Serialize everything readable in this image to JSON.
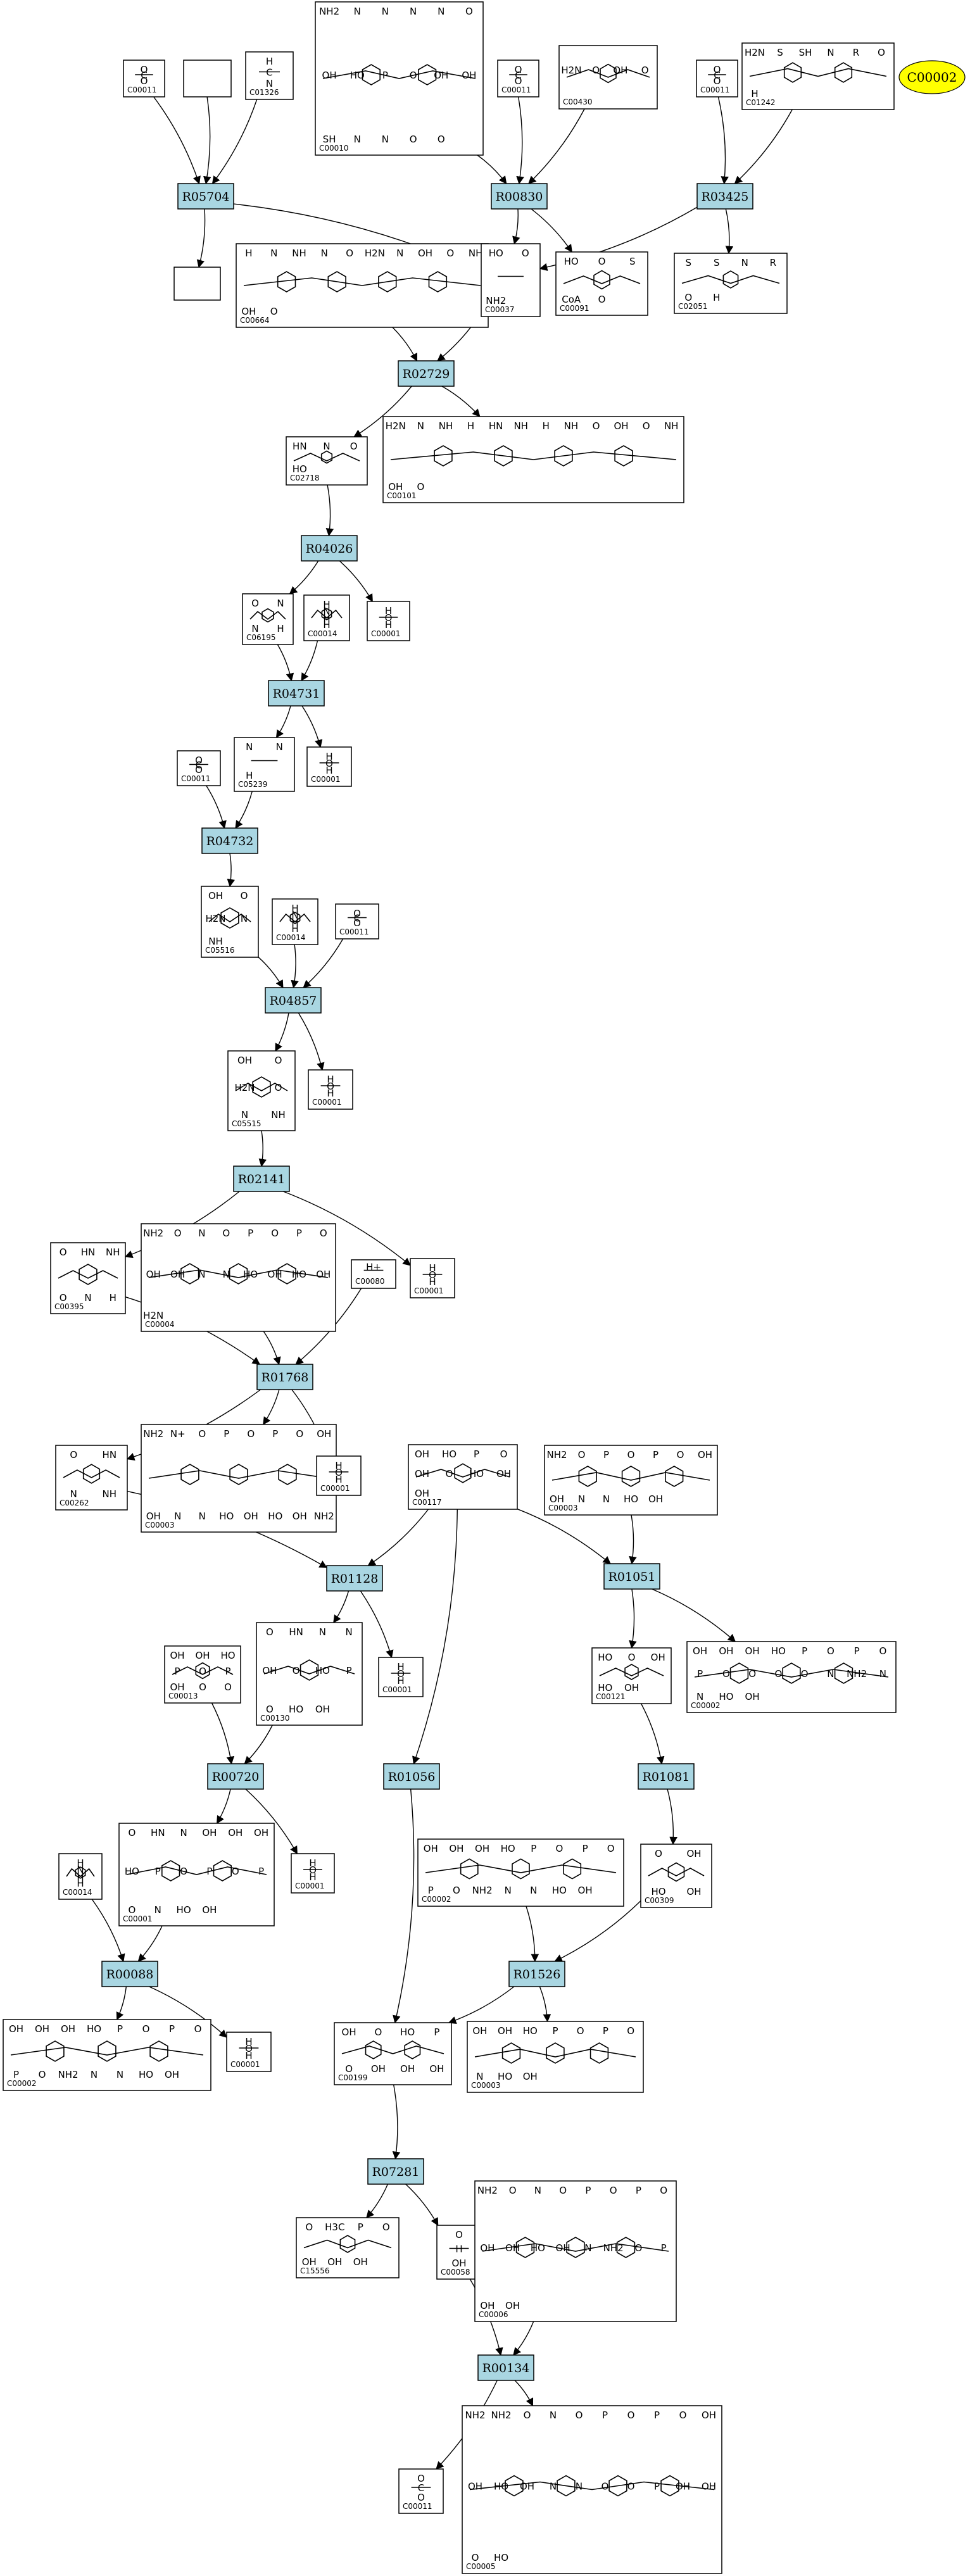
{
  "highlight": {
    "label": "C00002",
    "color": "#ffff00"
  },
  "colors": {
    "reaction_fill": "#a9d6e2",
    "compound_fill": "#ffffff",
    "edge": "#000000"
  },
  "reactions": [
    {
      "id": "R05704"
    },
    {
      "id": "R00830"
    },
    {
      "id": "R03425"
    },
    {
      "id": "R02729"
    },
    {
      "id": "R04026"
    },
    {
      "id": "R04731"
    },
    {
      "id": "R04732"
    },
    {
      "id": "R04857"
    },
    {
      "id": "R02141"
    },
    {
      "id": "R01768"
    },
    {
      "id": "R01128"
    },
    {
      "id": "R01051"
    },
    {
      "id": "R00720"
    },
    {
      "id": "R01056"
    },
    {
      "id": "R01081"
    },
    {
      "id": "R00088"
    },
    {
      "id": "R01526"
    },
    {
      "id": "R07281"
    },
    {
      "id": "R00134"
    }
  ],
  "compounds": [
    {
      "key": "a1",
      "id": "C00011",
      "atoms": [
        "O",
        "C",
        "O"
      ]
    },
    {
      "key": "a2",
      "id": "",
      "atoms": []
    },
    {
      "key": "a3",
      "id": "C01326",
      "atoms": [
        "H",
        "C",
        "N"
      ]
    },
    {
      "key": "a4",
      "id": "C00010",
      "atoms": [
        "NH2",
        "N",
        "N",
        "N",
        "N",
        "O",
        "OH",
        "HO",
        "P",
        "O",
        "OH",
        "OH",
        "SH",
        "N",
        "N",
        "O",
        "O"
      ]
    },
    {
      "key": "a5",
      "id": "C00011",
      "atoms": [
        "O",
        "C",
        "O"
      ]
    },
    {
      "key": "a6",
      "id": "C00430",
      "atoms": [
        "H2N",
        "O",
        "OH",
        "O"
      ]
    },
    {
      "key": "a7",
      "id": "C00011",
      "atoms": [
        "O",
        "C",
        "O"
      ]
    },
    {
      "key": "a8",
      "id": "C01242",
      "atoms": [
        "H2N",
        "S",
        "SH",
        "N",
        "R",
        "O",
        "H"
      ]
    },
    {
      "key": "b1",
      "id": "",
      "atoms": []
    },
    {
      "key": "b2",
      "id": "C00664",
      "atoms": [
        "H",
        "N",
        "NH",
        "N",
        "O",
        "H2N",
        "N",
        "OH",
        "O",
        "NH",
        "OH",
        "O"
      ]
    },
    {
      "key": "b3",
      "id": "C00037",
      "atoms": [
        "HO",
        "O",
        "NH2"
      ]
    },
    {
      "key": "b4",
      "id": "C00091",
      "atoms": [
        "HO",
        "O",
        "S",
        "CoA",
        "O"
      ]
    },
    {
      "key": "b5",
      "id": "C02051",
      "atoms": [
        "S",
        "S",
        "N",
        "R",
        "O",
        "H"
      ]
    },
    {
      "key": "c1",
      "id": "C02718",
      "atoms": [
        "HN",
        "N",
        "O",
        "HO"
      ]
    },
    {
      "key": "c2",
      "id": "C00101",
      "atoms": [
        "H2N",
        "N",
        "NH",
        "H",
        "HN",
        "NH",
        "H",
        "NH",
        "O",
        "OH",
        "O",
        "NH",
        "OH",
        "O"
      ]
    },
    {
      "key": "d1",
      "id": "C06195",
      "atoms": [
        "O",
        "N",
        "N",
        "H"
      ]
    },
    {
      "key": "d2",
      "id": "C00014",
      "atoms": [
        "H",
        "N",
        "H",
        "H"
      ]
    },
    {
      "key": "d3",
      "id": "C00001",
      "atoms": [
        "H",
        "O",
        "H"
      ]
    },
    {
      "key": "e1",
      "id": "C00011",
      "atoms": [
        "O",
        "C",
        "O"
      ]
    },
    {
      "key": "e2",
      "id": "C05239",
      "atoms": [
        "N",
        "N",
        "H"
      ]
    },
    {
      "key": "e3",
      "id": "C00001",
      "atoms": [
        "H",
        "O",
        "H"
      ]
    },
    {
      "key": "f1",
      "id": "C05516",
      "atoms": [
        "OH",
        "O",
        "H2N",
        "N",
        "NH"
      ]
    },
    {
      "key": "f2",
      "id": "C00014",
      "atoms": [
        "H",
        "N",
        "H",
        "H"
      ]
    },
    {
      "key": "f3",
      "id": "C00011",
      "atoms": [
        "O",
        "C",
        "O"
      ]
    },
    {
      "key": "g1",
      "id": "C05515",
      "atoms": [
        "OH",
        "O",
        "H2N",
        "O",
        "N",
        "NH"
      ]
    },
    {
      "key": "g2",
      "id": "C00001",
      "atoms": [
        "H",
        "O",
        "H"
      ]
    },
    {
      "key": "h1",
      "id": "C00395",
      "atoms": [
        "O",
        "HN",
        "NH",
        "O",
        "N",
        "H"
      ]
    },
    {
      "key": "h2",
      "id": "C00004",
      "atoms": [
        "NH2",
        "O",
        "N",
        "O",
        "P",
        "O",
        "P",
        "O",
        "OH",
        "OH",
        "N",
        "N",
        "HO",
        "OH",
        "HO",
        "OH",
        "H2N"
      ]
    },
    {
      "key": "h3",
      "id": "C00080",
      "atoms": [
        "H+"
      ]
    },
    {
      "key": "h4",
      "id": "C00001",
      "atoms": [
        "H",
        "O",
        "H"
      ]
    },
    {
      "key": "i1",
      "id": "C00262",
      "atoms": [
        "O",
        "HN",
        "N",
        "NH"
      ]
    },
    {
      "key": "i2",
      "id": "C00003",
      "atoms": [
        "NH2",
        "N+",
        "O",
        "P",
        "O",
        "P",
        "O",
        "OH",
        "OH",
        "N",
        "N",
        "HO",
        "OH",
        "HO",
        "OH",
        "NH2"
      ]
    },
    {
      "key": "i3",
      "id": "C00001",
      "atoms": [
        "H",
        "O",
        "H"
      ]
    },
    {
      "key": "i4",
      "id": "C00117",
      "atoms": [
        "OH",
        "HO",
        "P",
        "O",
        "OH",
        "O",
        "HO",
        "OH",
        "OH"
      ]
    },
    {
      "key": "i5",
      "id": "C00003",
      "atoms": [
        "NH2",
        "O",
        "P",
        "O",
        "P",
        "O",
        "OH",
        "OH",
        "N",
        "N",
        "HO",
        "OH"
      ]
    },
    {
      "key": "j1",
      "id": "C00013",
      "atoms": [
        "OH",
        "OH",
        "HO",
        "P",
        "O",
        "P",
        "OH",
        "O",
        "O"
      ]
    },
    {
      "key": "j2",
      "id": "C00130",
      "atoms": [
        "O",
        "HN",
        "N",
        "N",
        "OH",
        "O",
        "HO",
        "P",
        "O",
        "HO",
        "OH"
      ]
    },
    {
      "key": "j3",
      "id": "C00001",
      "atoms": [
        "H",
        "O",
        "H"
      ]
    },
    {
      "key": "j4",
      "id": "C00121",
      "atoms": [
        "HO",
        "O",
        "OH",
        "HO",
        "OH"
      ]
    },
    {
      "key": "j5",
      "id": "C00002",
      "atoms": [
        "OH",
        "OH",
        "OH",
        "HO",
        "P",
        "O",
        "P",
        "O",
        "P",
        "O",
        "O",
        "O",
        "O",
        "N",
        "NH2",
        "N",
        "N",
        "HO",
        "OH"
      ]
    },
    {
      "key": "k1",
      "id": "C00014",
      "atoms": [
        "H",
        "N",
        "H",
        "H"
      ]
    },
    {
      "key": "k2",
      "id": "C00001",
      "atoms": [
        "O",
        "HN",
        "N",
        "OH",
        "OH",
        "OH",
        "HO",
        "P",
        "O",
        "P",
        "O",
        "P",
        "O",
        "N",
        "HO",
        "OH"
      ]
    },
    {
      "key": "k3",
      "id": "C00001",
      "atoms": [
        "H",
        "O",
        "H"
      ]
    },
    {
      "key": "k4",
      "id": "C00002",
      "atoms": [
        "OH",
        "OH",
        "OH",
        "HO",
        "P",
        "O",
        "P",
        "O",
        "P",
        "O",
        "NH2",
        "N",
        "N",
        "HO",
        "OH"
      ]
    },
    {
      "key": "k5",
      "id": "C00309",
      "atoms": [
        "O",
        "OH",
        "HO",
        "OH"
      ]
    },
    {
      "key": "l1",
      "id": "C00002",
      "atoms": [
        "OH",
        "OH",
        "OH",
        "HO",
        "P",
        "O",
        "P",
        "O",
        "P",
        "O",
        "NH2",
        "N",
        "N",
        "HO",
        "OH"
      ]
    },
    {
      "key": "l2",
      "id": "C00001",
      "atoms": [
        "H",
        "O",
        "H"
      ]
    },
    {
      "key": "l3",
      "id": "C00199",
      "atoms": [
        "OH",
        "O",
        "HO",
        "P",
        "O",
        "OH",
        "OH",
        "OH"
      ]
    },
    {
      "key": "l4",
      "id": "C00003",
      "atoms": [
        "OH",
        "OH",
        "HO",
        "P",
        "O",
        "P",
        "O",
        "N",
        "HO",
        "OH"
      ]
    },
    {
      "key": "m1",
      "id": "C15556",
      "atoms": [
        "O",
        "H3C",
        "P",
        "O",
        "OH",
        "OH",
        "OH"
      ]
    },
    {
      "key": "m2",
      "id": "C00058",
      "atoms": [
        "O",
        "H",
        "OH"
      ]
    },
    {
      "key": "m3",
      "id": "C00006",
      "atoms": [
        "NH2",
        "O",
        "N",
        "O",
        "P",
        "O",
        "P",
        "O",
        "OH",
        "OH",
        "HO",
        "OH",
        "N",
        "NH2",
        "O",
        "P",
        "OH",
        "OH"
      ]
    },
    {
      "key": "n1",
      "id": "C00011",
      "atoms": [
        "O",
        "C",
        "O"
      ]
    },
    {
      "key": "n2",
      "id": "C00005",
      "atoms": [
        "NH2",
        "NH2",
        "O",
        "N",
        "O",
        "P",
        "O",
        "P",
        "O",
        "OH",
        "OH",
        "HO",
        "OH",
        "N",
        "N",
        "O",
        "O",
        "P",
        "OH",
        "OH",
        "O",
        "HO"
      ]
    }
  ]
}
